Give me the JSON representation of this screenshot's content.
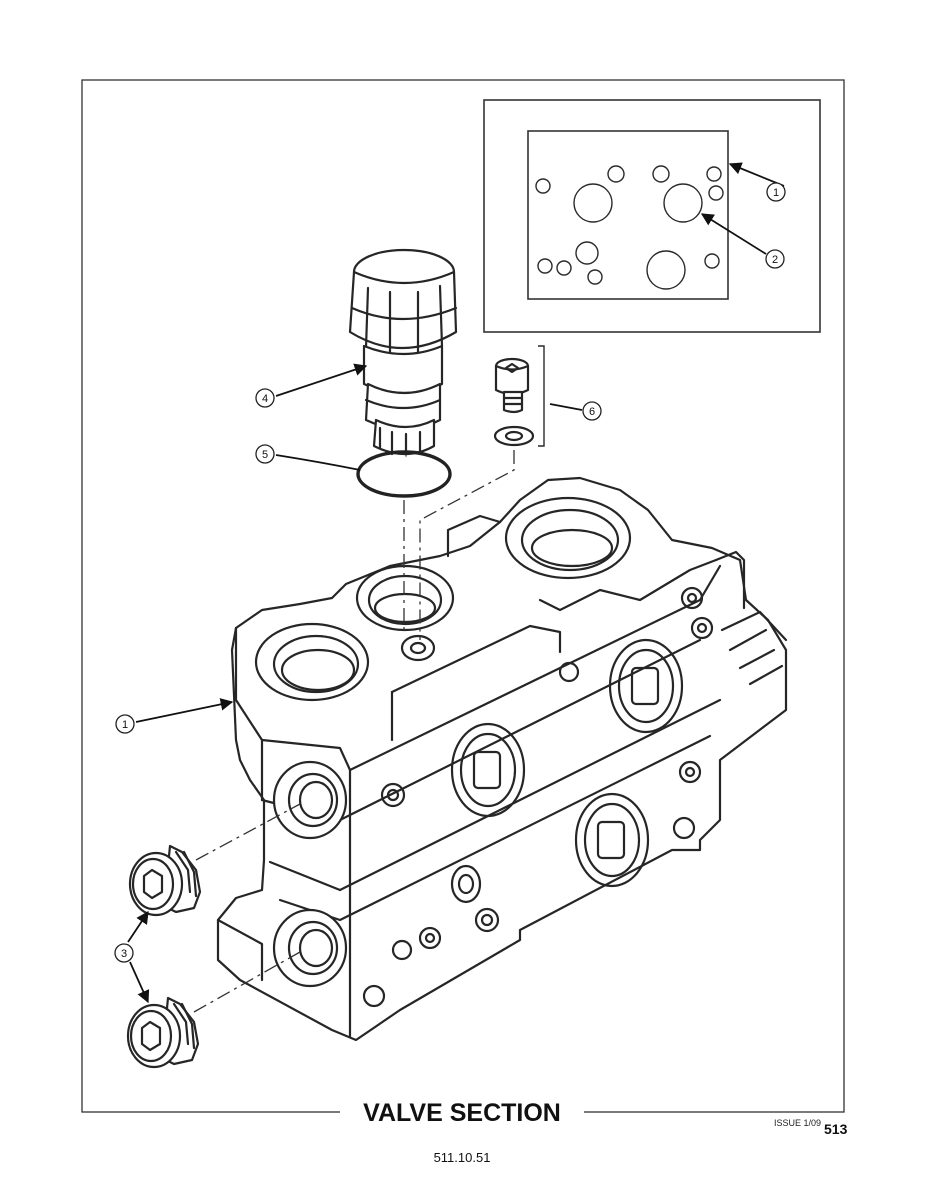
{
  "title": "VALVE SECTION",
  "issue": "ISSUE 1/09",
  "page_number": "513",
  "document_ref": "511.10.51",
  "callouts": [
    {
      "number": "1",
      "part": "valve section"
    },
    {
      "number": "2",
      "part": "gasket port"
    },
    {
      "number": "3",
      "part": "plug"
    },
    {
      "number": "4",
      "part": "relief valve cartridge"
    },
    {
      "number": "5",
      "part": "o-ring"
    },
    {
      "number": "6",
      "part": "screw and washer"
    }
  ],
  "callout_labels": {
    "c1a": "1",
    "c1b": "1",
    "c2": "2",
    "c3": "3",
    "c4": "4",
    "c5": "5",
    "c6": "6"
  }
}
